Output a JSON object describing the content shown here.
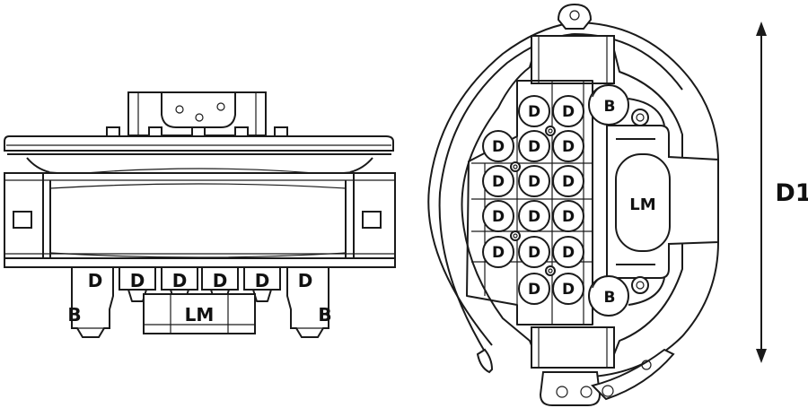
{
  "side_view": {
    "port_labels": [
      "D",
      "D",
      "D",
      "D",
      "D",
      "D"
    ],
    "left_label": "B",
    "right_label": "B",
    "center_label": "LM"
  },
  "top_view": {
    "d_label": "D",
    "b_top_label": "B",
    "b_bottom_label": "B",
    "lm_label": "LM"
  },
  "dimension": {
    "label": "D1"
  }
}
